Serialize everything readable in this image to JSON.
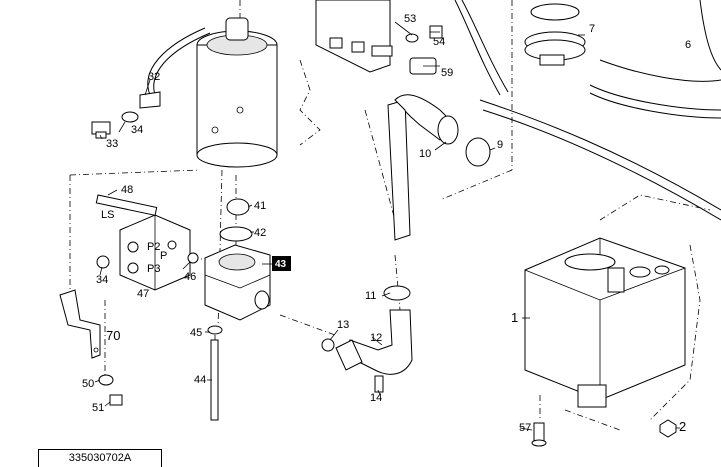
{
  "drawing_number": "335030702A",
  "highlight_color": "#000000",
  "callouts": {
    "c2": "2",
    "c6": "6",
    "c7": "7",
    "c9": "9",
    "c10": "10",
    "c11": "11",
    "c12": "12",
    "c13": "13",
    "c14": "14",
    "c32": "32",
    "c33": "33",
    "c34a": "34",
    "c34b": "34",
    "c41": "41",
    "c42": "42",
    "c43": "43",
    "c44": "44",
    "c45": "45",
    "c46": "46",
    "c47": "47",
    "c48": "48",
    "c50": "50",
    "c51": "51",
    "c53": "53",
    "c54": "54",
    "c57": "57",
    "c59": "59",
    "c70": "70",
    "c1": "1"
  },
  "port_labels": {
    "ls": "LS",
    "p2": "P2",
    "p3": "P3",
    "p": "P"
  }
}
